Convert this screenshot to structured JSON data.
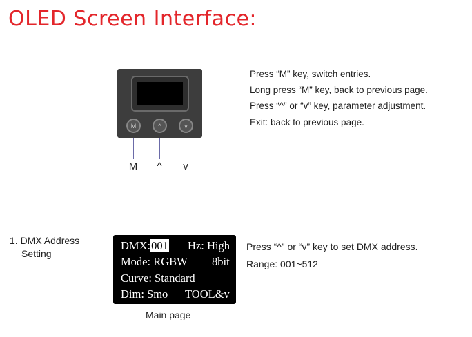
{
  "header": {
    "title": "OLED Screen Interface:",
    "title_color": "#e3262b"
  },
  "device": {
    "buttons": [
      {
        "glyph": "M",
        "label": "M"
      },
      {
        "glyph": "^",
        "label": "^"
      },
      {
        "glyph": "v",
        "label": "v"
      }
    ]
  },
  "instructions": [
    "Press “M” key,  switch entries.",
    "Long press “M” key, back to previous page.",
    "Press “^” or “v” key, parameter adjustment.",
    "Exit: back to previous page."
  ],
  "section1": {
    "title_line1": "1. DMX Address",
    "title_line2": "Setting",
    "oled": {
      "dmx_label": "DMX:",
      "dmx_value": "001",
      "hz": "Hz: High",
      "mode": "Mode: RGBW",
      "bit": "8bit",
      "curve": "Curve: Standard",
      "dim": "Dim: Smo",
      "tool": "TOOL&v"
    },
    "caption": "Main page",
    "desc": "Press “^” or “v” key to set DMX address.",
    "range": "Range: 001~512"
  }
}
